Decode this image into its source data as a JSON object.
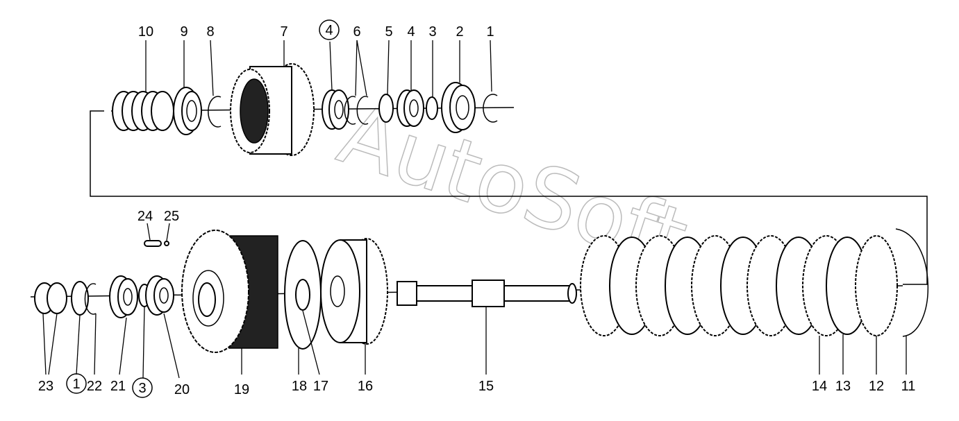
{
  "watermark": "AutoSoft",
  "labels": [
    {
      "id": "l10",
      "text": "10",
      "circled": false
    },
    {
      "id": "l9",
      "text": "9",
      "circled": false
    },
    {
      "id": "l8",
      "text": "8",
      "circled": false
    },
    {
      "id": "l7",
      "text": "7",
      "circled": false
    },
    {
      "id": "l4c",
      "text": "4",
      "circled": true
    },
    {
      "id": "l6",
      "text": "6",
      "circled": false
    },
    {
      "id": "l5",
      "text": "5",
      "circled": false
    },
    {
      "id": "l4",
      "text": "4",
      "circled": false
    },
    {
      "id": "l3",
      "text": "3",
      "circled": false
    },
    {
      "id": "l2",
      "text": "2",
      "circled": false
    },
    {
      "id": "l1",
      "text": "1",
      "circled": false
    },
    {
      "id": "l24",
      "text": "24",
      "circled": false
    },
    {
      "id": "l25",
      "text": "25",
      "circled": false
    },
    {
      "id": "l23",
      "text": "23",
      "circled": false
    },
    {
      "id": "l1c",
      "text": "1",
      "circled": true
    },
    {
      "id": "l22",
      "text": "22",
      "circled": false
    },
    {
      "id": "l21",
      "text": "21",
      "circled": false
    },
    {
      "id": "l3c",
      "text": "3",
      "circled": true
    },
    {
      "id": "l20",
      "text": "20",
      "circled": false
    },
    {
      "id": "l19",
      "text": "19",
      "circled": false
    },
    {
      "id": "l18",
      "text": "18",
      "circled": false
    },
    {
      "id": "l17",
      "text": "17",
      "circled": false
    },
    {
      "id": "l16",
      "text": "16",
      "circled": false
    },
    {
      "id": "l15",
      "text": "15",
      "circled": false
    },
    {
      "id": "l14",
      "text": "14",
      "circled": false
    },
    {
      "id": "l13",
      "text": "13",
      "circled": false
    },
    {
      "id": "l12",
      "text": "12",
      "circled": false
    },
    {
      "id": "l11",
      "text": "11",
      "circled": false
    }
  ]
}
